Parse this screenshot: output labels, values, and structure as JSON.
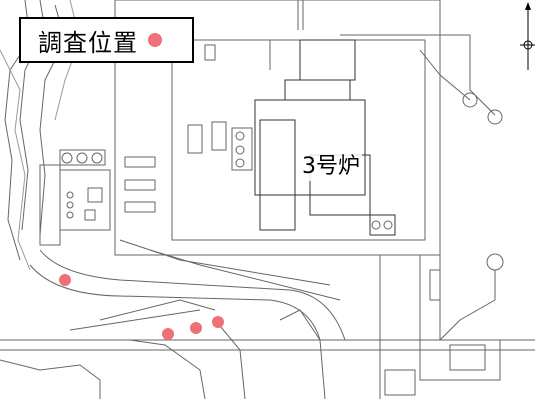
{
  "legend": {
    "label": "調査位置",
    "marker_color": "#f07078"
  },
  "annotations": {
    "unit_label": "3号炉"
  },
  "survey_points": [
    {
      "name": "survey-point-1"
    },
    {
      "name": "survey-point-2"
    },
    {
      "name": "survey-point-3"
    },
    {
      "name": "survey-point-4"
    }
  ],
  "colors": {
    "line": "#555555",
    "background": "#ffffff",
    "marker": "#f07078"
  }
}
